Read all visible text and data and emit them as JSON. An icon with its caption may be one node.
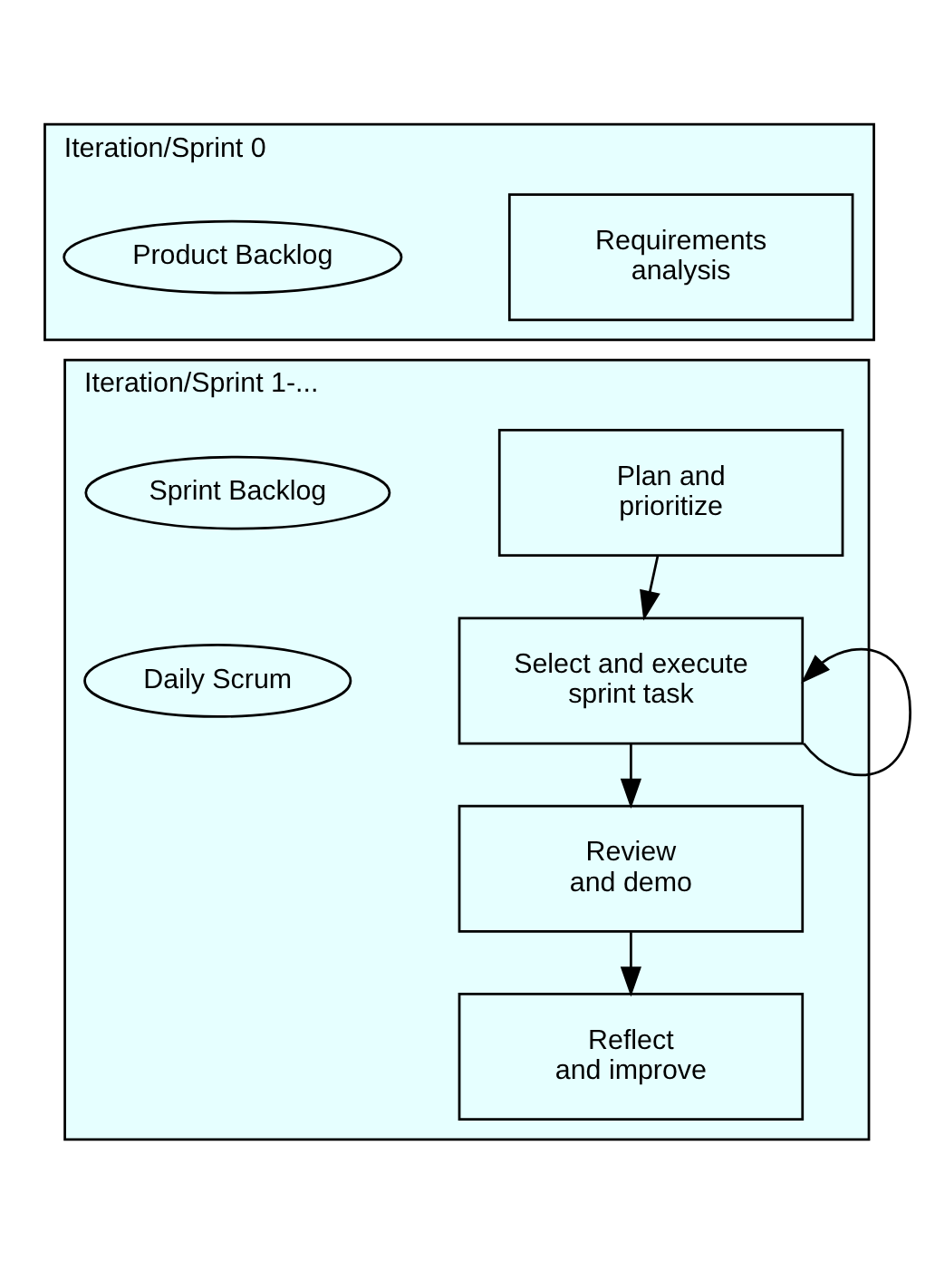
{
  "diagram": {
    "nodes": [
      {
        "text": [
          "Iteration/Sprint 0"
        ]
      },
      {
        "text": [
          "Requirements analysis"
        ],
        "in": 0
      },
      {
        "text": [
          "Product Backlog"
        ],
        "in": 0
      },
      {
        "text": [
          "Iteration/Sprint 1-..."
        ]
      },
      {
        "text": [
          "Plan and prioritize"
        ],
        "in": 3
      },
      {
        "text": [
          "Sprint Backlog"
        ],
        "in": 3
      },
      {
        "text": [
          "Select and execute sprint task"
        ],
        "in": 3
      },
      {
        "text": [
          "Daily Scrum"
        ],
        "in": 3
      },
      {
        "text": [
          "Review and demo"
        ],
        "in": 3
      },
      {
        "text": [
          "Reflect and improve"
        ],
        "in": 3
      }
    ],
    "edges": [
      {
        "from": 4,
        "to": 6,
        "arrow": "to"
      },
      {
        "from": 6,
        "to": 6,
        "arrow": "to"
      },
      {
        "from": 6,
        "to": 8,
        "arrow": "to"
      },
      {
        "from": 8,
        "to": 9,
        "arrow": "to"
      }
    ]
  }
}
